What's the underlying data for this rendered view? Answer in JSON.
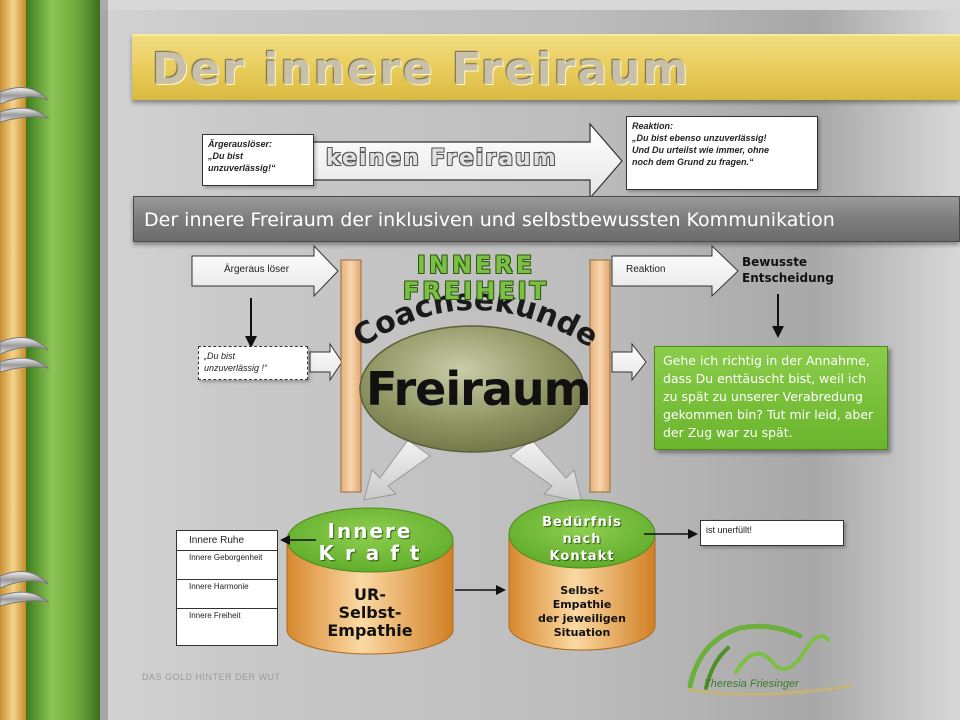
{
  "slide": {
    "title": "Der innere Freiraum",
    "subtitle": "Der innere Freiraum der inklusiven und selbstbewussten Kommunikation",
    "footer": "DAS GOLD HINTER DER WUT",
    "author": "Theresia Friesinger"
  },
  "top_row": {
    "trigger_lines": [
      "Ärgerauslöser:",
      "„Du bist",
      "unzuverlässig!“"
    ],
    "arrow_label": "keinen Freiraum",
    "reaction_lines": [
      "Reaktion:",
      "„Du bist ebenso unzuverlässig!",
      "Und Du urteilst wie immer, ohne",
      "noch dem Grund zu fragen.“"
    ]
  },
  "middle": {
    "trigger_label": "Ärgeraus löser",
    "quote_lines": [
      "„Du bist",
      "unzuverlässig !“"
    ],
    "reaction_label": "Reaktion",
    "decision_lines": [
      "Bewusste",
      "Entscheidung"
    ],
    "innere_freiheit_lines": [
      "INNERE",
      "FREIHEIT"
    ],
    "coachsekunde": "Coachsekunde",
    "freiraum": "Freiraum",
    "response_lines": [
      "Gehe ich richtig in der Annahme,",
      "dass Du enttäuscht bist, weil ich",
      "zu spät zu unserer Verabredung",
      "gekommen bin? Tut mir leid, aber",
      "der Zug war zu spät."
    ]
  },
  "bottom": {
    "side_list": [
      "Innere Ruhe",
      "Innere Geborgenheit",
      "Innere Harmonie",
      "Innere Freiheit"
    ],
    "left_cylinder_top": [
      "Innere",
      "K r a f t"
    ],
    "left_cylinder_body": [
      "UR-",
      "Selbst-",
      "Empathie"
    ],
    "right_cylinder_top": [
      "Bedürfnis",
      "nach",
      "Kontakt"
    ],
    "right_cylinder_body": [
      "Selbst-",
      "Empathie",
      "der jeweiligen",
      "Situation"
    ],
    "unmet_label": "ist unerfüllt!"
  },
  "colors": {
    "title_gold": "#e9cd5c",
    "binder_green": "#6fa83a",
    "binder_orange": "#e0b460",
    "accent_green": "#6bb52d",
    "freiraum_olive": "#8e9462",
    "pillar_fill": "#f1c391"
  }
}
